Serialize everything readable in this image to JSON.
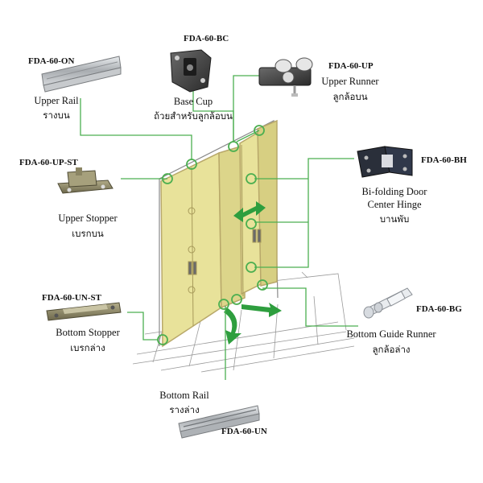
{
  "parts": {
    "upper_rail": {
      "code": "FDA-60-ON",
      "name_en": "Upper Rail",
      "name_th": "รางบน"
    },
    "base_cup": {
      "code": "FDA-60-BC",
      "name_en": "Base Cup",
      "name_th": "ถ้วยสำหรับลูกล้อบน"
    },
    "upper_runner": {
      "code": "FDA-60-UP",
      "name_en": "Upper Runner",
      "name_th": "ลูกล้อบน"
    },
    "upper_stopper": {
      "code": "FDA-60-UP-ST",
      "name_en": "Upper Stopper",
      "name_th": "เบรกบน"
    },
    "center_hinge": {
      "code": "FDA-60-BH",
      "name_en_line1": "Bi-folding Door",
      "name_en_line2": "Center Hinge",
      "name_th": "บานพับ"
    },
    "bottom_stopper": {
      "code": "FDA-60-UN-ST",
      "name_en": "Bottom Stopper",
      "name_th": "เบรกล่าง"
    },
    "guide_runner": {
      "code": "FDA-60-BG",
      "name_en": "Bottom Guide Runner",
      "name_th": "ลูกล้อล่าง"
    },
    "bottom_rail": {
      "code": "FDA-60-UN",
      "name_en": "Bottom Rail",
      "name_th": "รางล่าง"
    }
  },
  "colors": {
    "leader_line": "#4caf50",
    "door_panel": "#e8e29a",
    "door_edge": "#b8a86a",
    "arrow": "#2e9e3e",
    "metal_dark": "#3c3c3c",
    "metal_light": "#b9bcbf"
  }
}
